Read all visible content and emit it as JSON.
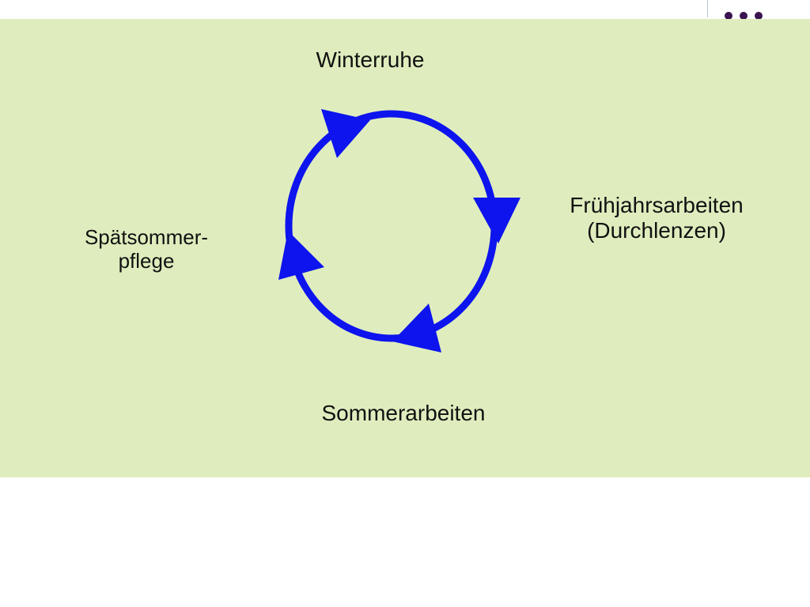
{
  "diagram": {
    "type": "cycle",
    "stages": {
      "top": "Winterruhe",
      "right": "Frühjahrsarbeiten\n(Durchlenzen)",
      "bottom": "Sommerarbeiten",
      "left": "Spätsommer-\npflege"
    }
  },
  "colors": {
    "panel_background": "#dfedbe",
    "cycle_arrow": "#0d14ee",
    "decoration_dots": "#3a1450"
  },
  "icons": {
    "decoration": "three-dots-icon",
    "cycle": "circular-arrows-icon"
  }
}
